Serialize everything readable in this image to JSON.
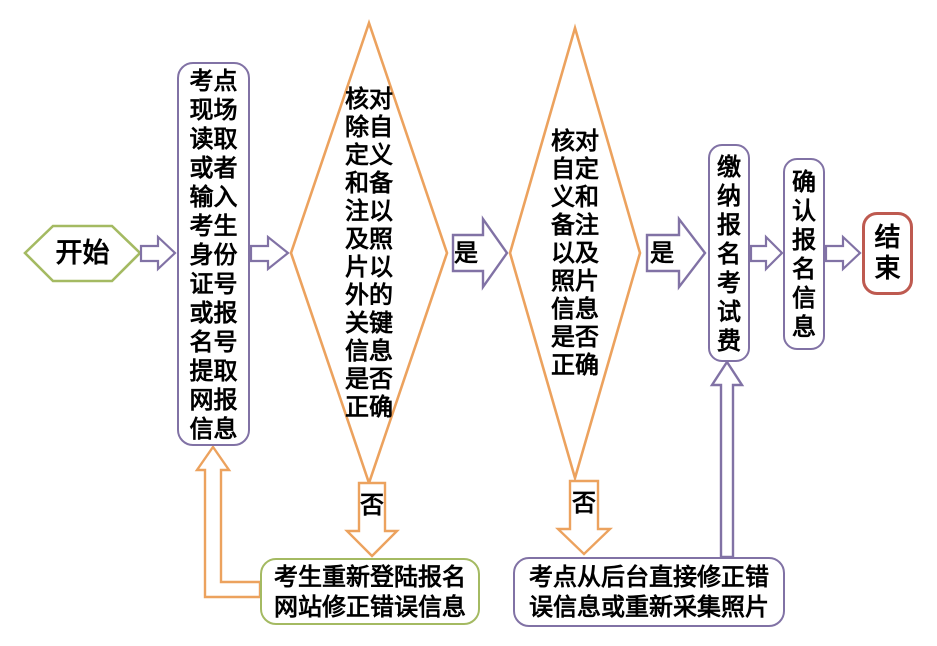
{
  "figure": {
    "type": "flowchart",
    "background": "#ffffff"
  },
  "palette": {
    "start_green": "#A4BA62",
    "process_purple": "#8172A5",
    "decision_orange": "#ECA25E",
    "end_red": "#BE5A50",
    "text_black": "#000000"
  },
  "nodes": {
    "start": {
      "label": "开始",
      "shape": "hexagon"
    },
    "read_info": {
      "label": "考点现场读取或者输入考生身份证号或报名号提取网报信息",
      "shape": "rounded-rect"
    },
    "check_key_info": {
      "label": "核对除自定义和备注以及照片以外的关键信息是否正确",
      "shape": "diamond"
    },
    "check_photo_info": {
      "label": "核对自定义和备注以及照片信息是否正确",
      "shape": "diamond"
    },
    "pay_fee": {
      "label": "缴纳报名考试费",
      "shape": "rounded-rect"
    },
    "confirm_info": {
      "label": "确认报名信息",
      "shape": "rounded-rect"
    },
    "end": {
      "label": "结束",
      "shape": "rounded-rect"
    },
    "candidate_fix": {
      "label": "考生重新登陆报名网站修正错误信息",
      "shape": "rounded-rect"
    },
    "site_fix": {
      "label": "考点从后台直接修正错误信息或重新采集照片",
      "shape": "rounded-rect"
    }
  },
  "edge_labels": {
    "yes1": "是",
    "yes2": "是",
    "no1": "否",
    "no2": "否"
  }
}
